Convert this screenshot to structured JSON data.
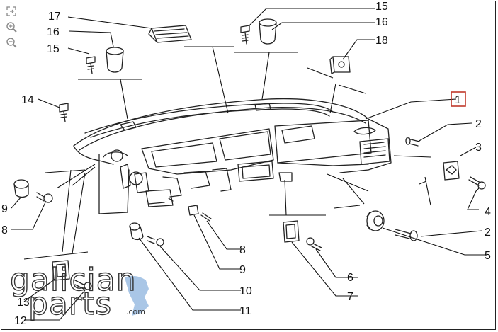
{
  "toolbar": {
    "items": [
      {
        "icon": "fullscreen-icon"
      },
      {
        "icon": "zoom-in-icon"
      },
      {
        "icon": "zoom-out-icon"
      }
    ]
  },
  "callouts": {
    "c1": "1",
    "c2a": "2",
    "c2b": "2",
    "c3": "3",
    "c4": "4",
    "c5": "5",
    "c6": "6",
    "c7": "7",
    "c8a": "8",
    "c8b": "8",
    "c9a": "9",
    "c9b": "9",
    "c10": "10",
    "c11": "11",
    "c12": "12",
    "c13": "13",
    "c14": "14",
    "c15a": "15",
    "c15b": "15",
    "c16a": "16",
    "c16b": "16",
    "c17": "17",
    "c18": "18"
  },
  "watermark": {
    "line1": "galician",
    "line2": "parts",
    "suffix": ".com"
  },
  "colors": {
    "highlight": "#c0392b",
    "ink": "#222222",
    "watermark_accent": "#a9c6e6"
  }
}
